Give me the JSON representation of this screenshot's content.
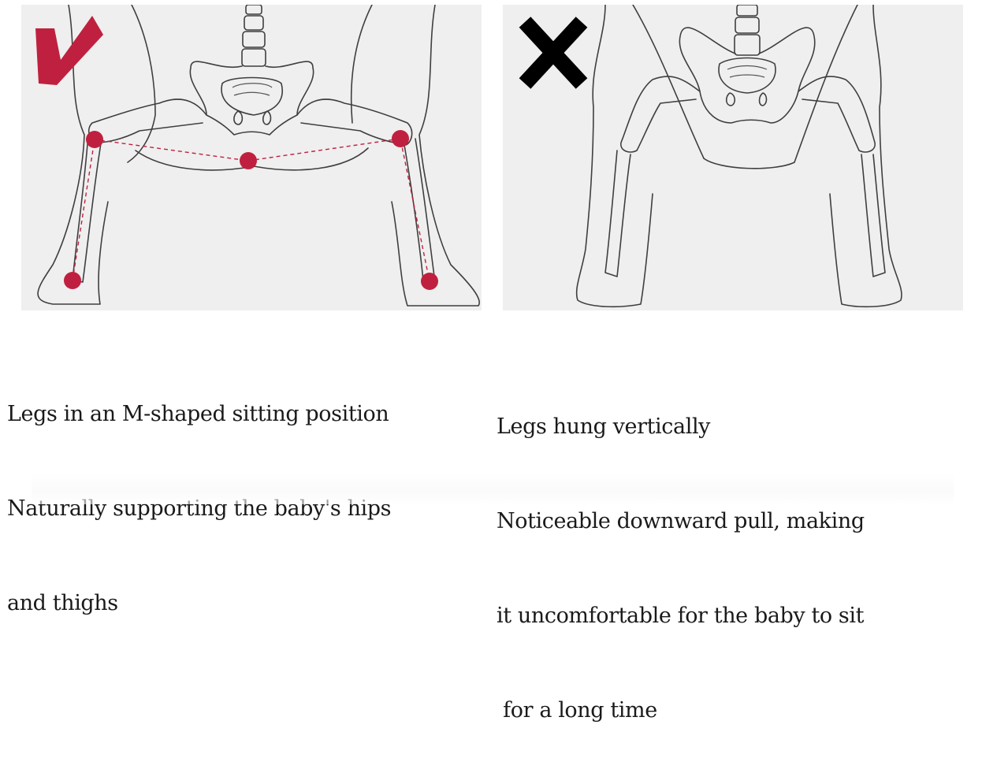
{
  "panels": [
    {
      "id": "correct",
      "mark": "check-mark",
      "mark_color": "#c0203f",
      "caption_lines": [
        "Legs in an M-shaped sitting position",
        "Naturally supporting the baby's hips",
        "and thighs"
      ]
    },
    {
      "id": "incorrect",
      "mark": "cross-mark",
      "mark_color": "#000000",
      "caption_lines": [
        "Legs hung vertically",
        "Noticeable downward pull, making",
        "it uncomfortable for the baby to sit",
        " for a long time"
      ]
    }
  ],
  "colors": {
    "panel_bg": "#efefef",
    "marker": "#c0203f",
    "line": "#3f3f3f"
  }
}
